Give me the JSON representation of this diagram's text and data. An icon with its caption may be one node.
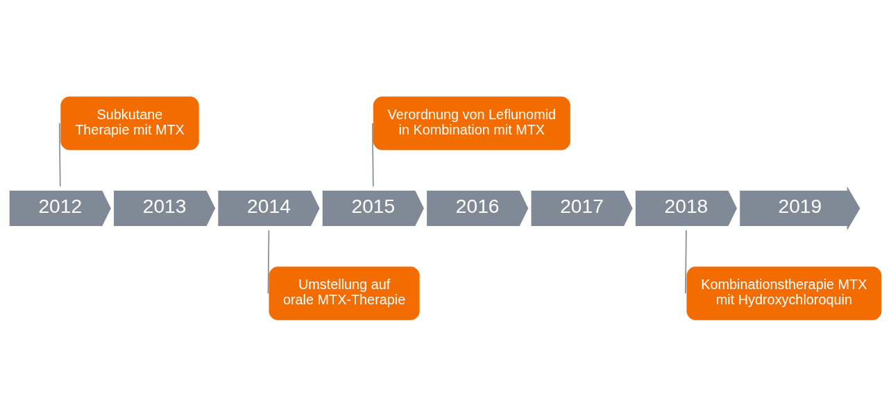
{
  "diagram": {
    "nodes": [
      {
        "text": [
          "Subkutane Therapie mit MTX"
        ]
      },
      {
        "text": [
          "Verordnung von Leflunomid in Kombination mit MTX"
        ]
      },
      {
        "text": [
          "2012"
        ]
      },
      {
        "text": [
          "2013"
        ]
      },
      {
        "text": [
          "2014"
        ]
      },
      {
        "text": [
          "2015"
        ]
      },
      {
        "text": [
          "2016"
        ]
      },
      {
        "text": [
          "2017"
        ]
      },
      {
        "text": [
          "2018"
        ]
      },
      {
        "text": [
          "2019"
        ]
      },
      {
        "text": [
          "Umstellung auf orale MTX-Therapie"
        ]
      },
      {
        "text": [
          "Kombinationstherapie MTX mit Hydroxychloroquin"
        ]
      }
    ],
    "edges": [
      {
        "from": 0,
        "to": 2,
        "arrow": "none"
      },
      {
        "from": 1,
        "to": 5,
        "arrow": "none"
      },
      {
        "from": 10,
        "to": 4,
        "arrow": "none"
      },
      {
        "from": 11,
        "to": 8,
        "arrow": "none"
      }
    ]
  }
}
